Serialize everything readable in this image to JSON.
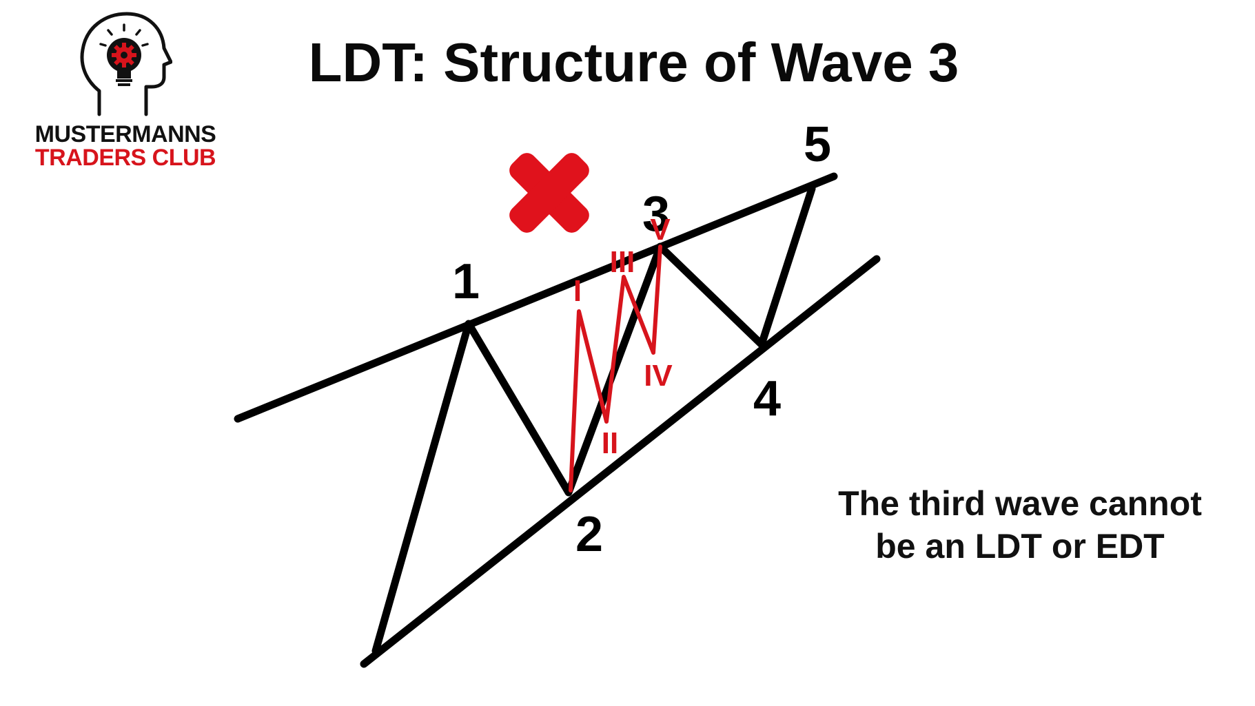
{
  "title": "LDT: Structure of Wave 3",
  "brand": {
    "line1": "MUSTERMANNS",
    "line2": "TRADERS CLUB",
    "line1_color": "#111111",
    "line2_color": "#d7141c",
    "icon": "head-lightbulb-gear-icon"
  },
  "caption": {
    "line1": "The third wave cannot",
    "line2": "be an LDT or EDT"
  },
  "diagram": {
    "main_wave_labels": [
      "1",
      "2",
      "3",
      "4",
      "5"
    ],
    "subwave_labels": [
      "I",
      "II",
      "III",
      "IV",
      "V"
    ],
    "main_color": "#000000",
    "subwave_color": "#d7141c",
    "marker": {
      "icon": "red-x-icon",
      "color": "#e0121c",
      "meaning": "invalid"
    }
  }
}
